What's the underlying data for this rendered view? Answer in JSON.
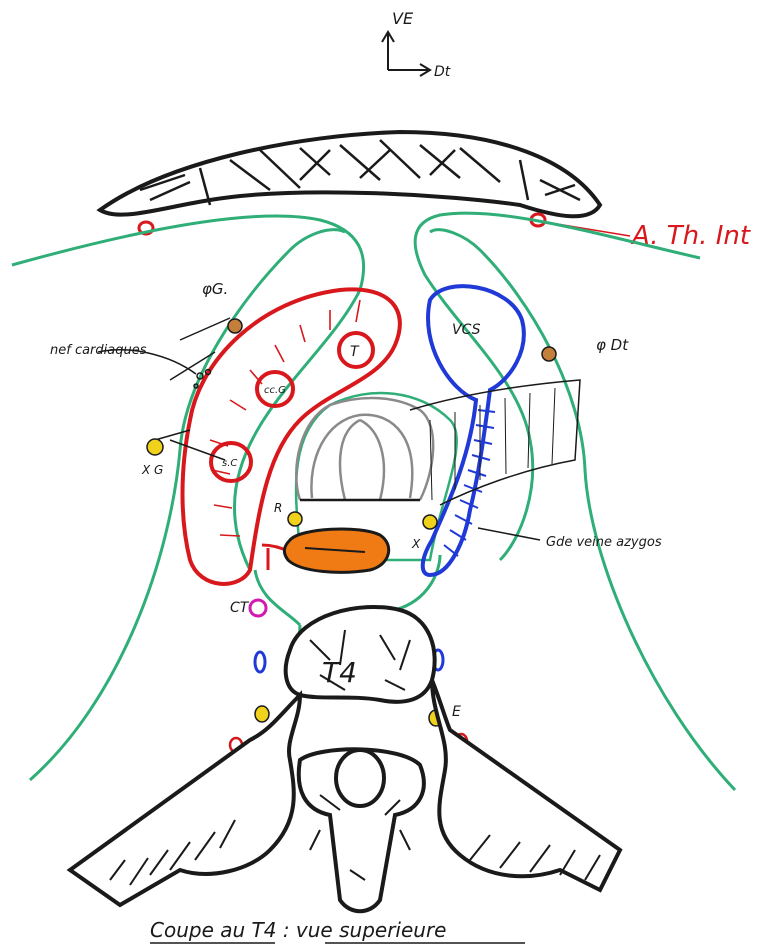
{
  "orientation": {
    "up": "VE",
    "right": "Dt"
  },
  "labels": {
    "a_th_int": "A. Th. Int",
    "phi_g": "φG.",
    "phi_dt": "φ Dt",
    "nerf_cardiaque": "nef cardiaques",
    "vcs": "VCS",
    "tronc": "T",
    "cc_g": "cc.G",
    "sc": "s.C",
    "x_left": "X G",
    "x_right": "X",
    "r": "R",
    "gde_veine_azygos": "Gde veine azygos",
    "ct": "CT",
    "t4": "T4",
    "e": "E",
    "caption": "Coupe au T4 : vue superieure"
  },
  "colors": {
    "ink": "#1a1a1a",
    "red": "#d8181c",
    "blue": "#1f3ad6",
    "green": "#2fae78",
    "orange": "#f07a14",
    "yellow": "#f0d21c",
    "brown": "#c4803a",
    "magenta": "#d21ab0",
    "gray": "#8a8a8a"
  }
}
